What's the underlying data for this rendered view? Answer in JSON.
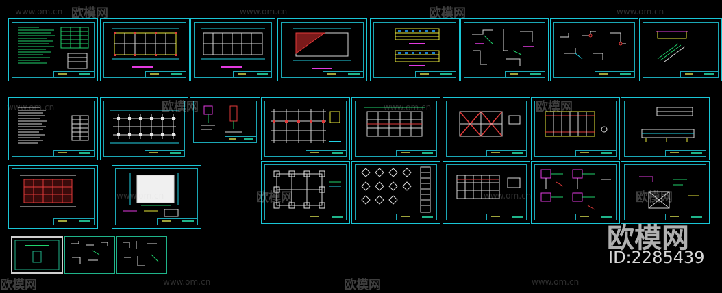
{
  "watermarks": {
    "site": "www.om.cn",
    "brand": "欧模网",
    "big_brand": "欧模网",
    "id_label": "ID:2285439"
  },
  "colors": {
    "sheet_border": "#19c6d6",
    "line_cyan": "#22d3e6",
    "line_green": "#1fd26b",
    "line_yellow": "#e8e83a",
    "line_red": "#e23a3a",
    "line_magenta": "#e23ae0",
    "line_white": "#d8d8d8"
  },
  "drawing_sheets": [
    "notes-and-schedule",
    "floor-plan-1",
    "floor-plan-2",
    "roof-plan",
    "elevations",
    "details-1",
    "details-2",
    "details-3",
    "notes-2",
    "column-layout",
    "detail-small",
    "beam-plan-1",
    "beam-plan-2",
    "framing-plan",
    "slab-plan",
    "section",
    "grid-plan-red",
    "site-plan",
    "foundation-plan",
    "column-details",
    "beam-plan-3",
    "node-details-1",
    "node-details-2",
    "thumb-cover",
    "thumb-details-1",
    "thumb-details-2"
  ]
}
